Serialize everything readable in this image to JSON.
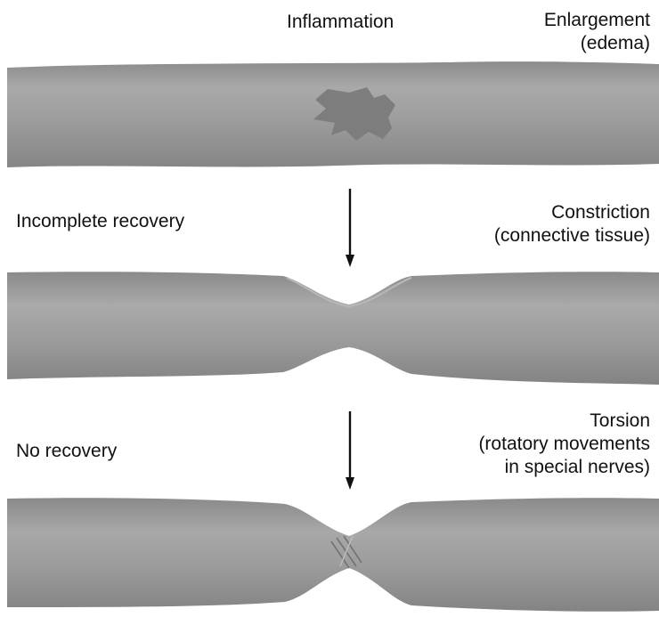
{
  "stage1": {
    "title": "Inflammation",
    "effect_line1": "Enlargement",
    "effect_line2": "(edema)"
  },
  "stage2": {
    "title": "Incomplete recovery",
    "effect_line1": "Constriction",
    "effect_line2": "(connective tissue)"
  },
  "stage3": {
    "title": "No recovery",
    "effect_line1": "Torsion",
    "effect_line2": "(rotatory movements",
    "effect_line3": "in special nerves)"
  },
  "colors": {
    "nerve_fill": "#9a9a9a",
    "nerve_highlight": "#b0b0b0",
    "nerve_shadow": "#7c7c7c",
    "lesion": "#7a7a7a",
    "arrow": "#111111"
  }
}
